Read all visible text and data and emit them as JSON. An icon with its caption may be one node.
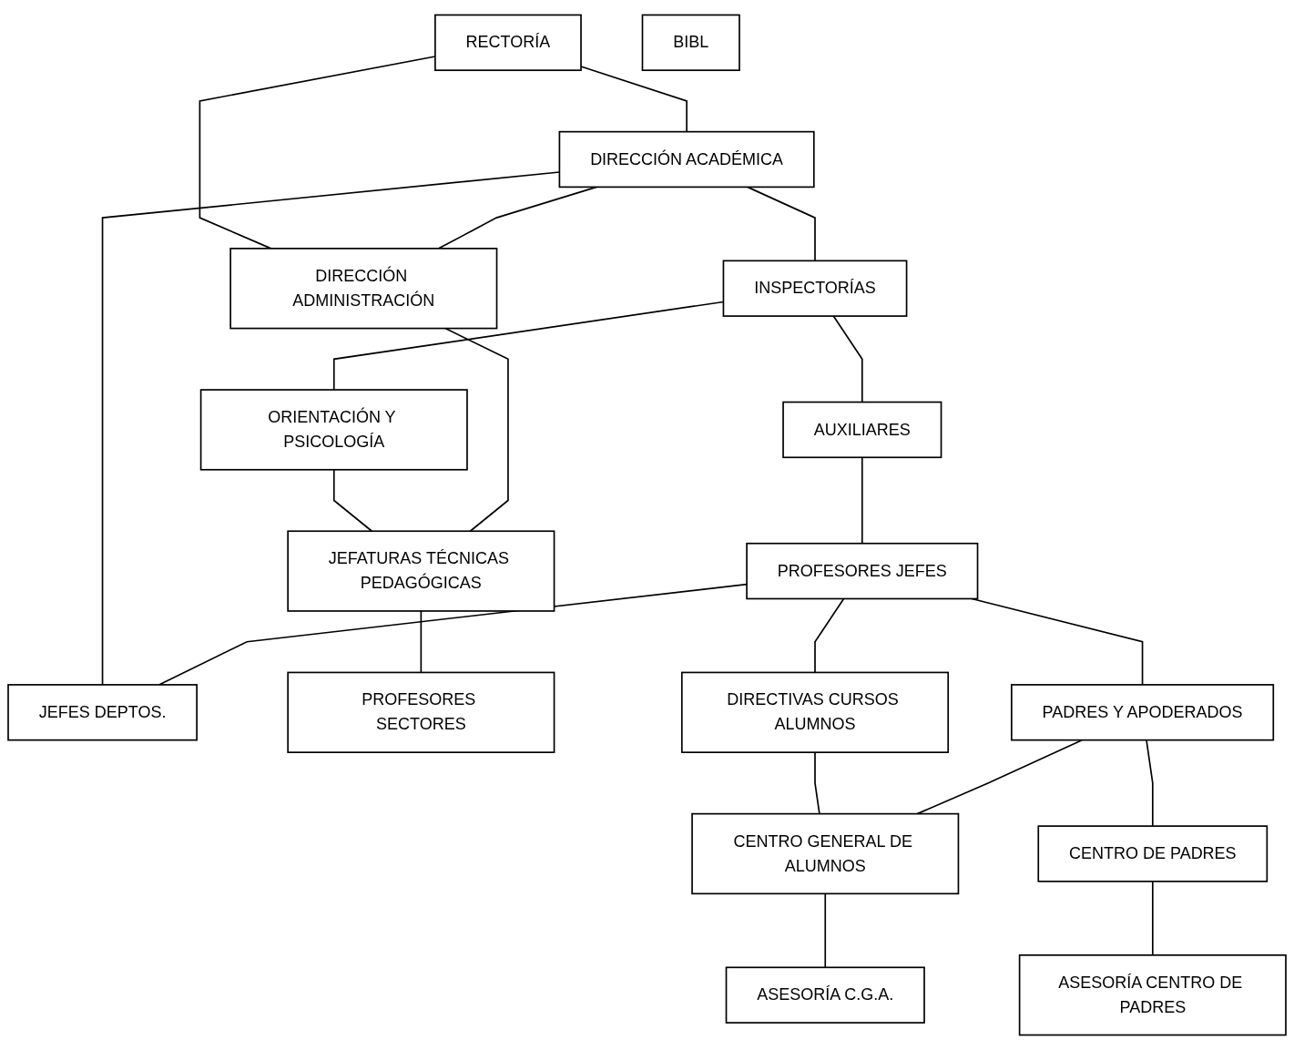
{
  "diagram": {
    "nodes": [
      {
        "text": [
          "RECTORÍA"
        ]
      },
      {
        "text": [
          "DIRECCIÓN ACADÉMICA"
        ]
      },
      {
        "text": [
          "DIRECCIÓN ADMINISTRACIÓN"
        ]
      },
      {
        "text": [
          "INSPECTORÍAS"
        ]
      },
      {
        "text": [
          "ORIENTACIÓN Y PSICOLOGÍA"
        ]
      },
      {
        "text": [
          "JEFATURAS TÉCNICAS PEDAGÓGICAS"
        ]
      },
      {
        "text": [
          "AUXILIARES"
        ]
      },
      {
        "text": [
          "PROFESORES JEFES"
        ]
      },
      {
        "text": [
          "JEFES DEPTOS."
        ]
      },
      {
        "text": [
          "PROFESORES SECTORES"
        ]
      },
      {
        "text": [
          "BIBL"
        ]
      },
      {
        "text": [
          "DIRECTIVAS CURSOS ALUMNOS"
        ]
      },
      {
        "text": [
          "PADRES Y APODERADOS"
        ]
      },
      {
        "text": [
          "CENTRO GENERAL DE ALUMNOS"
        ]
      },
      {
        "text": [
          "ASESORÍA C.G.A."
        ]
      },
      {
        "text": [
          "ASESORÍA CENTRO DE PADRES"
        ]
      },
      {
        "text": [
          "CENTRO DE PADRES"
        ]
      }
    ],
    "edges": [
      {
        "from": 0,
        "to": 1,
        "arrow": "none"
      },
      {
        "from": 0,
        "to": 2,
        "arrow": "none"
      },
      {
        "from": 1,
        "to": 3,
        "arrow": "none"
      },
      {
        "from": 1,
        "to": 2,
        "arrow": "none"
      },
      {
        "from": 1,
        "to": 8,
        "arrow": "none"
      },
      {
        "from": 3,
        "to": 4,
        "arrow": "none"
      },
      {
        "from": 4,
        "to": 5,
        "arrow": "none"
      },
      {
        "from": 2,
        "to": 5,
        "arrow": "none"
      },
      {
        "from": 5,
        "to": 9,
        "arrow": "none"
      },
      {
        "from": 3,
        "to": 6,
        "arrow": "none"
      },
      {
        "from": 6,
        "to": 7,
        "arrow": "none"
      },
      {
        "from": 7,
        "to": 8,
        "arrow": "none"
      },
      {
        "from": 7,
        "to": 11,
        "arrow": "none"
      },
      {
        "from": 7,
        "to": 12,
        "arrow": "none"
      },
      {
        "from": 11,
        "to": 13,
        "arrow": "none"
      },
      {
        "from": 12,
        "to": 13,
        "arrow": "none"
      },
      {
        "from": 13,
        "to": 14,
        "arrow": "none"
      },
      {
        "from": 12,
        "to": 16,
        "arrow": "none"
      },
      {
        "from": 16,
        "to": 15,
        "arrow": "none"
      }
    ]
  }
}
